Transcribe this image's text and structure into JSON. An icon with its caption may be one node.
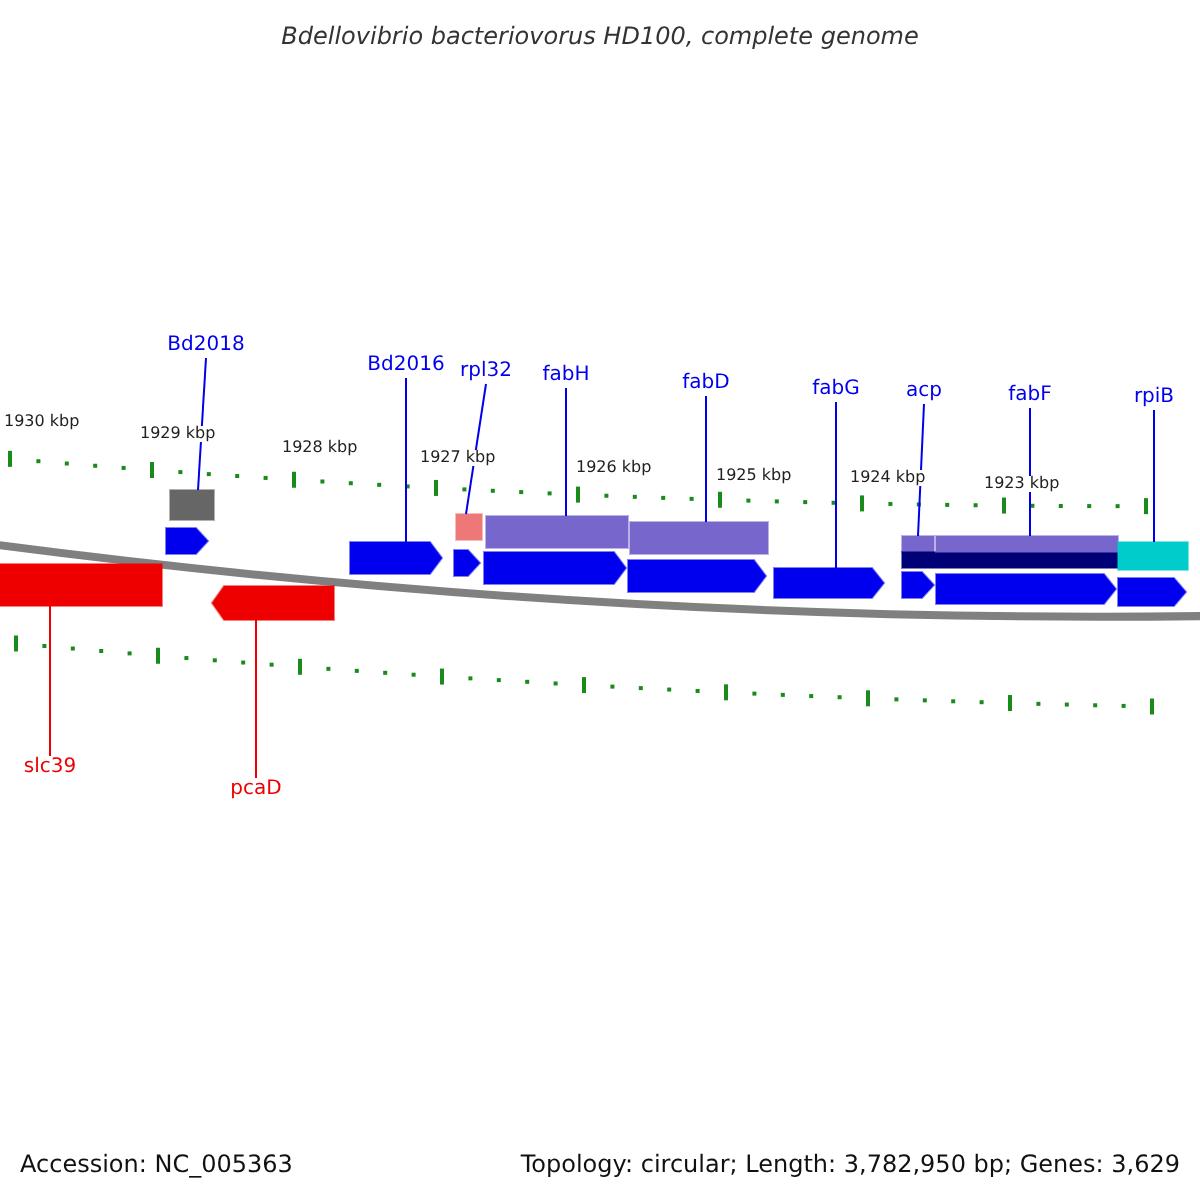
{
  "diagram": {
    "title": "Bdellovibrio bacteriovorus HD100, complete genome",
    "nodes": [
      {
        "text": [
          "Bd2018"
        ]
      },
      {
        "text": [
          "Bd2016"
        ]
      },
      {
        "text": [
          "rpl32"
        ]
      },
      {
        "text": [
          "fabH"
        ]
      },
      {
        "text": [
          "fabD"
        ]
      },
      {
        "text": [
          "fabG"
        ]
      },
      {
        "text": [
          "acp"
        ]
      },
      {
        "text": [
          "fabF"
        ]
      },
      {
        "text": [
          "rpiB"
        ]
      },
      {
        "text": [
          "slc39"
        ]
      },
      {
        "text": [
          "pcaD"
        ]
      },
      {
        "text": [],
        "shape": "arrow"
      },
      {
        "text": [],
        "shape": "arrow"
      },
      {
        "text": [],
        "shape": "box"
      },
      {
        "text": [],
        "shape": "arrow"
      },
      {
        "text": [],
        "shape": "arrow"
      },
      {
        "text": [],
        "shape": "arrow"
      },
      {
        "text": [],
        "shape": "box"
      },
      {
        "text": [],
        "shape": "arrow"
      },
      {
        "text": [],
        "shape": "box"
      },
      {
        "text": [],
        "shape": "arrow"
      },
      {
        "text": [],
        "shape": "box"
      },
      {
        "text": [],
        "shape": "arrow"
      },
      {
        "text": [],
        "shape": "box"
      },
      {
        "text": [],
        "shape": "box"
      },
      {
        "text": [],
        "shape": "arrow"
      },
      {
        "text": [],
        "shape": "box"
      },
      {
        "text": [],
        "shape": "arrow"
      },
      {
        "text": [],
        "shape": "box"
      },
      {
        "text": [],
        "shape": "arrow"
      }
    ],
    "edges": [
      {
        "from": 0,
        "to": 13,
        "arrow": "none"
      },
      {
        "from": 1,
        "to": 15,
        "arrow": "none"
      },
      {
        "from": 2,
        "to": 17,
        "arrow": "none"
      },
      {
        "from": 3,
        "to": 19,
        "arrow": "none"
      },
      {
        "from": 4,
        "to": 21,
        "arrow": "none"
      },
      {
        "from": 5,
        "to": 22,
        "arrow": "none"
      },
      {
        "from": 6,
        "to": 23,
        "arrow": "none"
      },
      {
        "from": 7,
        "to": 26,
        "arrow": "none"
      },
      {
        "from": 8,
        "to": 28,
        "arrow": "none"
      },
      {
        "from": 9,
        "to": 11,
        "arrow": "none",
        "color": "#ee0000"
      },
      {
        "from": 10,
        "to": 14,
        "arrow": "none",
        "color": "#ee0000"
      }
    ],
    "labels": [
      "1930 kbp",
      "1929 kbp",
      "1928 kbp",
      "1927 kbp",
      "1926 kbp",
      "1925 kbp",
      "1924 kbp",
      "1923 kbp",
      "Accession: NC_005363",
      "Topology: circular; Length: 3,782,950 bp; Genes: 3,629"
    ]
  }
}
